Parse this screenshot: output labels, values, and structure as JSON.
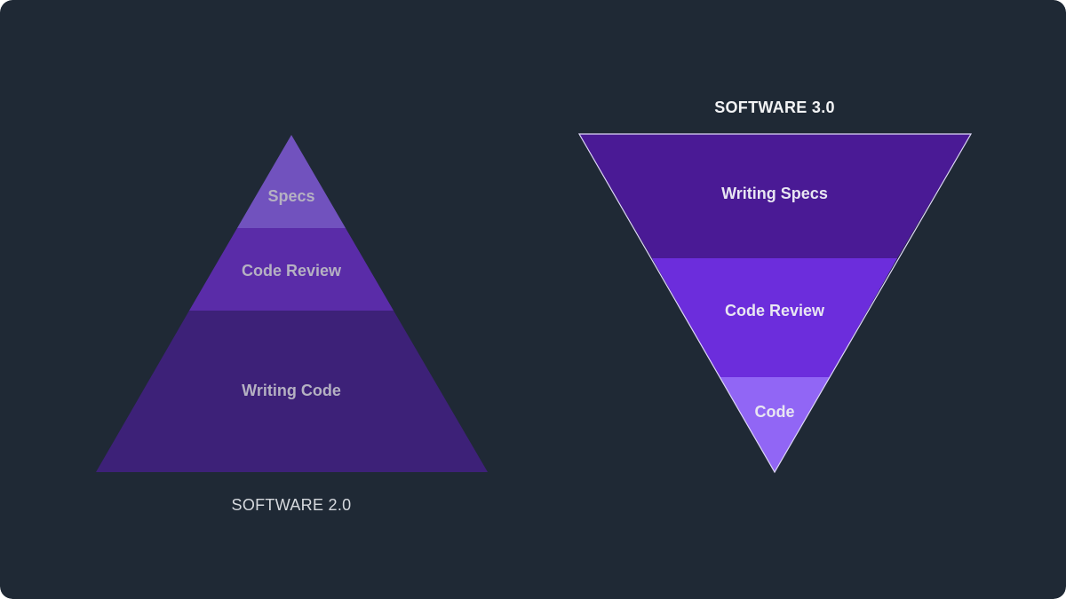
{
  "colors": {
    "background": "#1f2935",
    "pyramid_top": "#7152be",
    "pyramid_middle": "#5a2ca8",
    "pyramid_bottom": "#3d2178",
    "pyramid_label": "#b5b1c2",
    "funnel_top": "#4a1a95",
    "funnel_middle": "#6c2ddc",
    "funnel_bottom": "#9166f5",
    "funnel_label": "#e8e6f2",
    "funnel_outline": "#ddd6f7",
    "caption": "#d6d9de",
    "caption_strong": "#f2f3f5"
  },
  "software_2": {
    "caption": "SOFTWARE 2.0",
    "layers": [
      {
        "label": "Specs"
      },
      {
        "label": "Code Review"
      },
      {
        "label": "Writing Code"
      }
    ]
  },
  "software_3": {
    "caption": "SOFTWARE 3.0",
    "layers": [
      {
        "label": "Writing Specs"
      },
      {
        "label": "Code Review"
      },
      {
        "label": "Code"
      }
    ]
  }
}
